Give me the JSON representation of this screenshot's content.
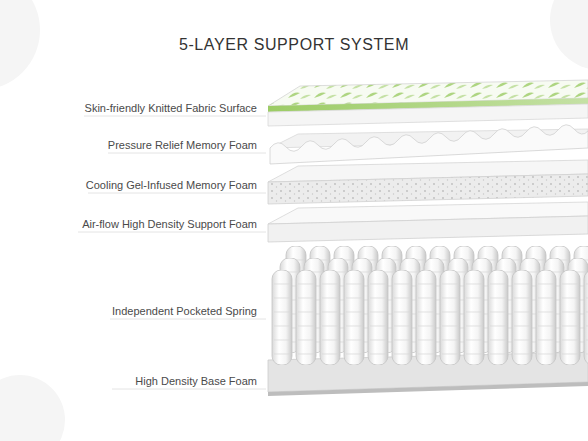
{
  "diagram": {
    "title": "5-LAYER SUPPORT SYSTEM",
    "labels": [
      "Skin-friendly Knitted Fabric Surface",
      "Pressure Relief Memory Foam",
      "Cooling Gel-Infused Memory Foam",
      "Air-flow High Density Support Foam",
      "Independent Pocketed Spring",
      "High Density Base Foam"
    ]
  }
}
